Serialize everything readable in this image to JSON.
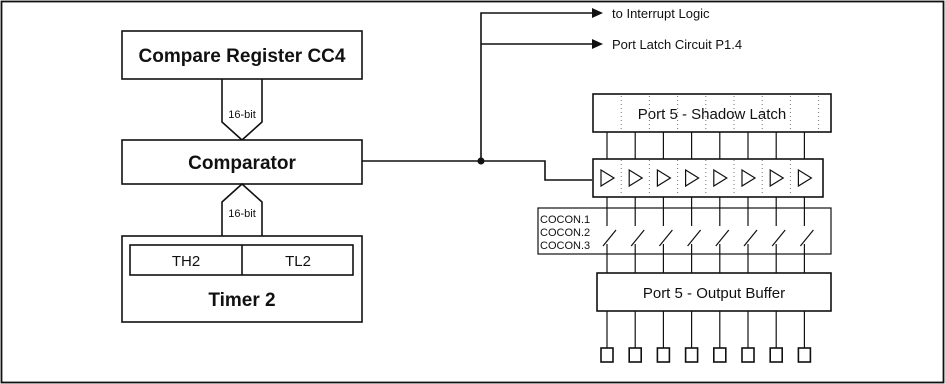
{
  "blocks": {
    "compare_register": "Compare Register CC4",
    "comparator": "Comparator",
    "th2": "TH2",
    "tl2": "TL2",
    "timer": "Timer 2",
    "shadow_latch": "Port 5 - Shadow Latch",
    "output_buffer": "Port 5 - Output Buffer"
  },
  "bus_labels": {
    "upper": "16-bit",
    "lower": "16-bit"
  },
  "outputs": {
    "interrupt": "to Interrupt Logic",
    "port_latch": "Port Latch Circuit P1.4"
  },
  "cocon": {
    "line1": "COCON.1",
    "line2": "COCON.2",
    "line3": "COCON.3"
  },
  "port_bits": 8
}
